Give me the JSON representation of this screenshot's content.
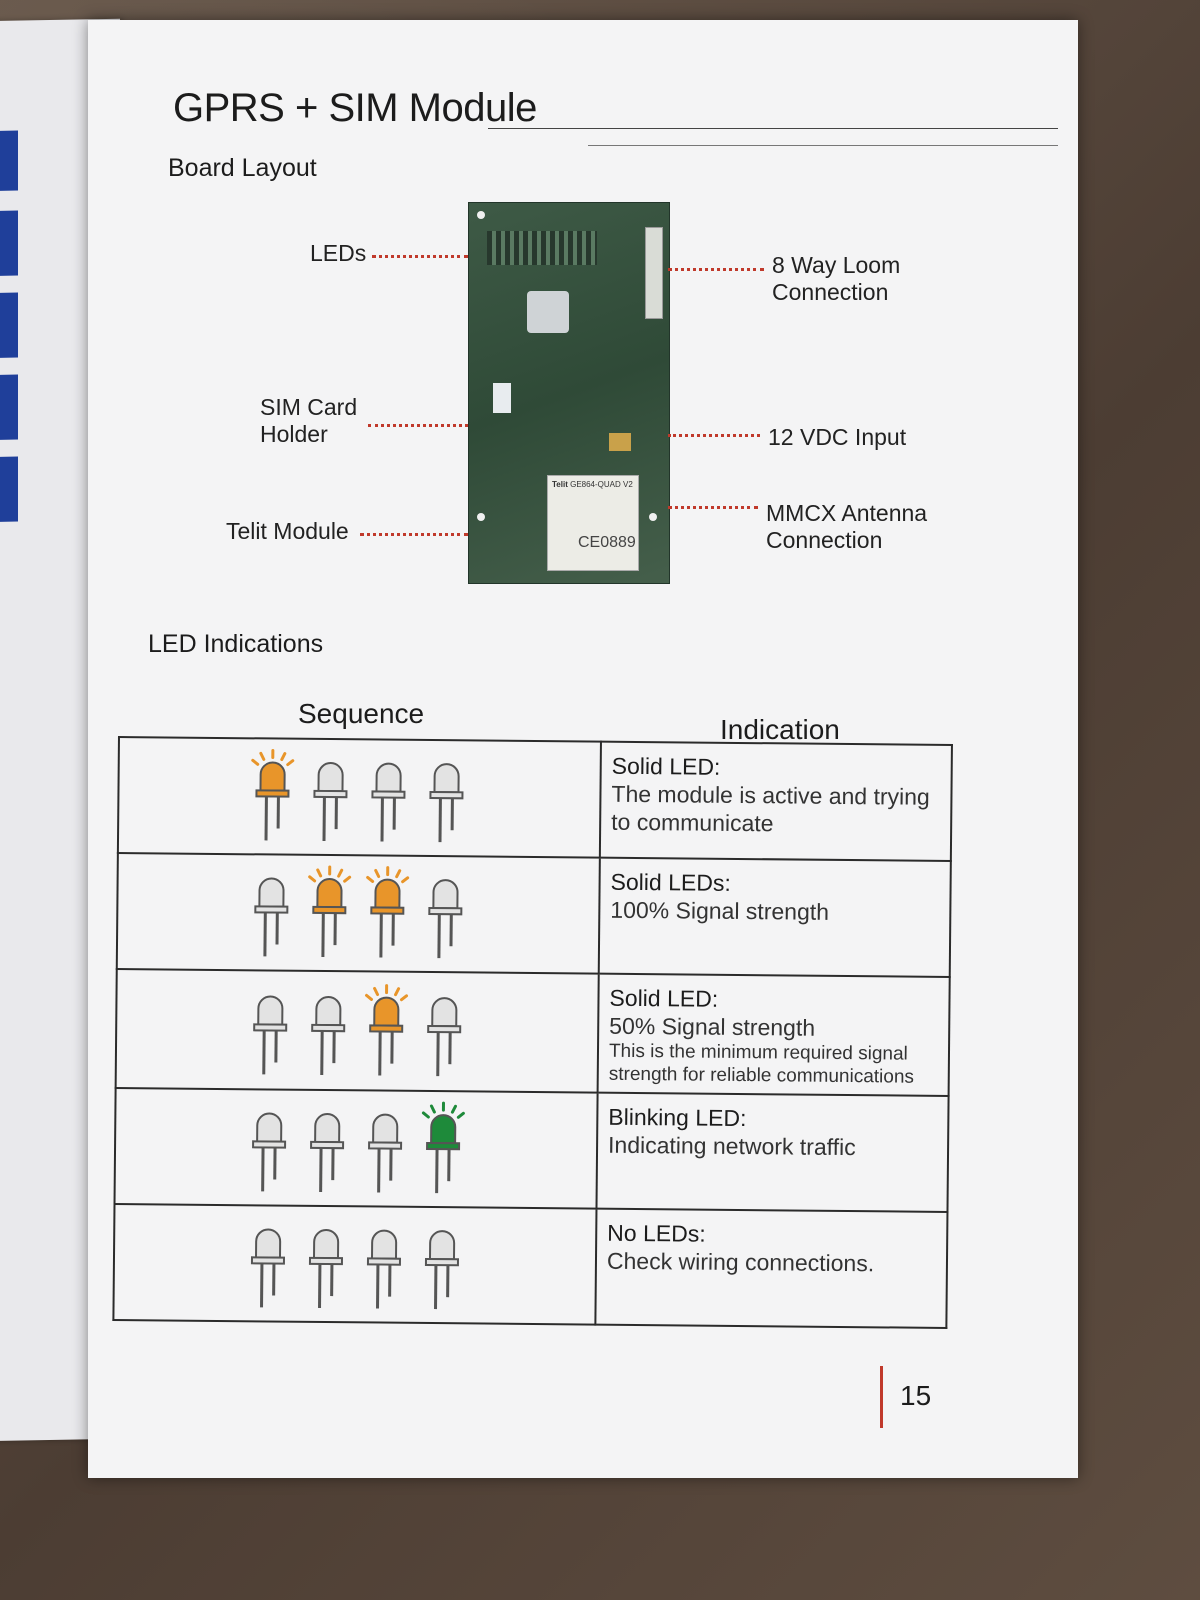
{
  "document": {
    "title": "GPRS + SIM Module",
    "page_number": "15",
    "accent_color": "#c0392b"
  },
  "board_layout": {
    "heading": "Board Layout",
    "board_print": {
      "brand": "Telit",
      "model": "GE864-QUAD V2",
      "ce_mark": "CE0889"
    },
    "callouts": {
      "leds": "LEDs",
      "sim_line1": "SIM Card",
      "sim_line2": "Holder",
      "telit": "Telit Module",
      "loom_line1": "8 Way Loom",
      "loom_line2": "Connection",
      "vdc": "12 VDC Input",
      "mmcx_line1": "MMCX Antenna",
      "mmcx_line2": "Connection"
    }
  },
  "led_indications": {
    "heading": "LED Indications",
    "columns": {
      "sequence": "Sequence",
      "indication": "Indication"
    },
    "led_colors": {
      "off": "#e3e3e3",
      "amber": "#e8952a",
      "green": "#1e8a3a"
    },
    "rows": [
      {
        "leds": [
          "amber",
          "off",
          "off",
          "off"
        ],
        "title": "Solid LED:",
        "desc": "The module is active and trying to communicate",
        "note": ""
      },
      {
        "leds": [
          "off",
          "amber",
          "amber",
          "off"
        ],
        "title": "Solid LEDs:",
        "desc": "100% Signal strength",
        "note": ""
      },
      {
        "leds": [
          "off",
          "off",
          "amber",
          "off"
        ],
        "title": "Solid LED:",
        "desc": "50% Signal strength",
        "note": "This is the minimum required signal strength for reliable communications"
      },
      {
        "leds": [
          "off",
          "off",
          "off",
          "green"
        ],
        "title": "Blinking LED:",
        "desc": "Indicating network traffic",
        "note": ""
      },
      {
        "leds": [
          "off",
          "off",
          "off",
          "off"
        ],
        "title": "No LEDs:",
        "desc": "Check wiring connections.",
        "note": ""
      }
    ]
  }
}
